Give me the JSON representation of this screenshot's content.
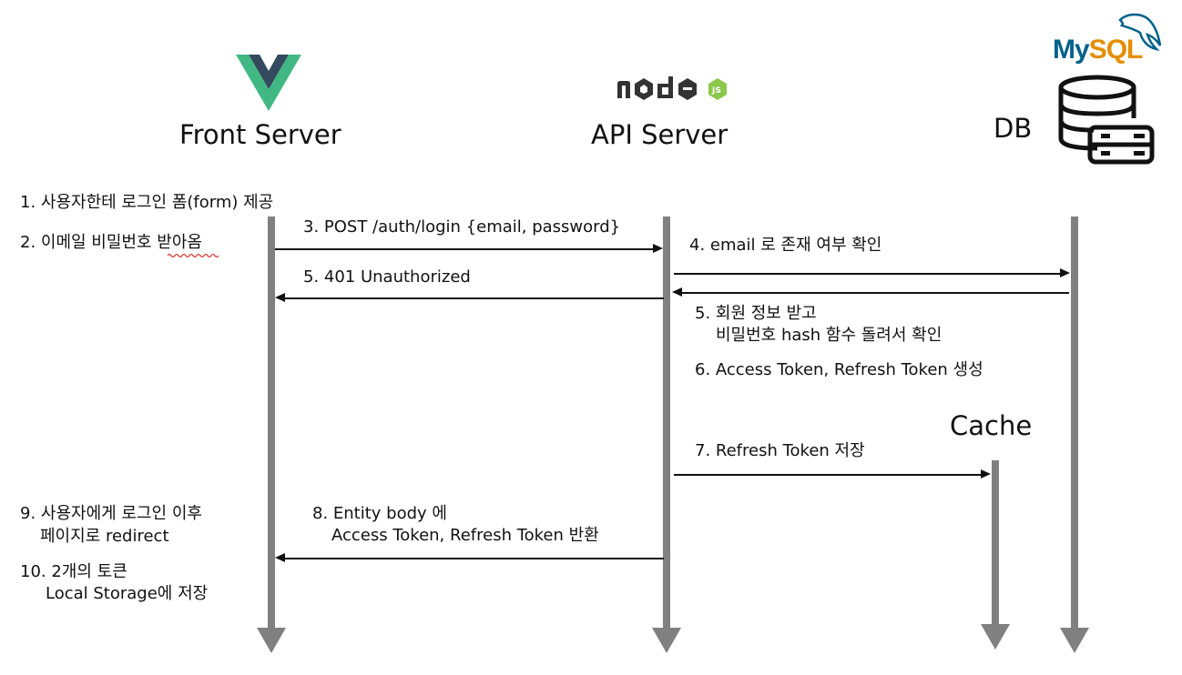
{
  "participants": {
    "front": {
      "label": "Front Server",
      "icon": "vue-logo-icon",
      "color_outer": "#41b883",
      "color_inner": "#34495e"
    },
    "api": {
      "label": "API Server",
      "icon": "nodejs-logo-icon",
      "logo_text": "node",
      "logo_badge": "JS"
    },
    "db": {
      "label": "DB",
      "icon": "mysql-database-icon",
      "logo_text_a": "My",
      "logo_text_b": "SQL"
    },
    "cache": {
      "label": "Cache"
    }
  },
  "steps": {
    "s1": "1. 사용자한테 로그인 폼(form) 제공",
    "s2": "2. 이메일 비밀번호 받아옴",
    "s3": "3. POST /auth/login {email, password}",
    "s4": "4. email 로 존재 여부 확인",
    "s5a": "5. 401 Unauthorized",
    "s5b_line1": "5. 회원 정보 받고",
    "s5b_line2": "비밀번호 hash 함수 돌려서 확인",
    "s6": "6. Access Token, Refresh Token 생성",
    "s7": "7. Refresh Token 저장",
    "s8_line1": "8. Entity body 에",
    "s8_line2": "Access Token, Refresh Token 반환",
    "s9_line1": "9. 사용자에게 로그인 이후",
    "s9_line2": "페이지로 redirect",
    "s10_line1": "10. 2개의 토큰",
    "s10_line2": "Local Storage에 저장"
  },
  "colors": {
    "lifeline": "#808080",
    "mysql_blue": "#00618a",
    "mysql_orange": "#e48e00",
    "node_dark": "#333333",
    "node_green": "#8cc84b"
  }
}
